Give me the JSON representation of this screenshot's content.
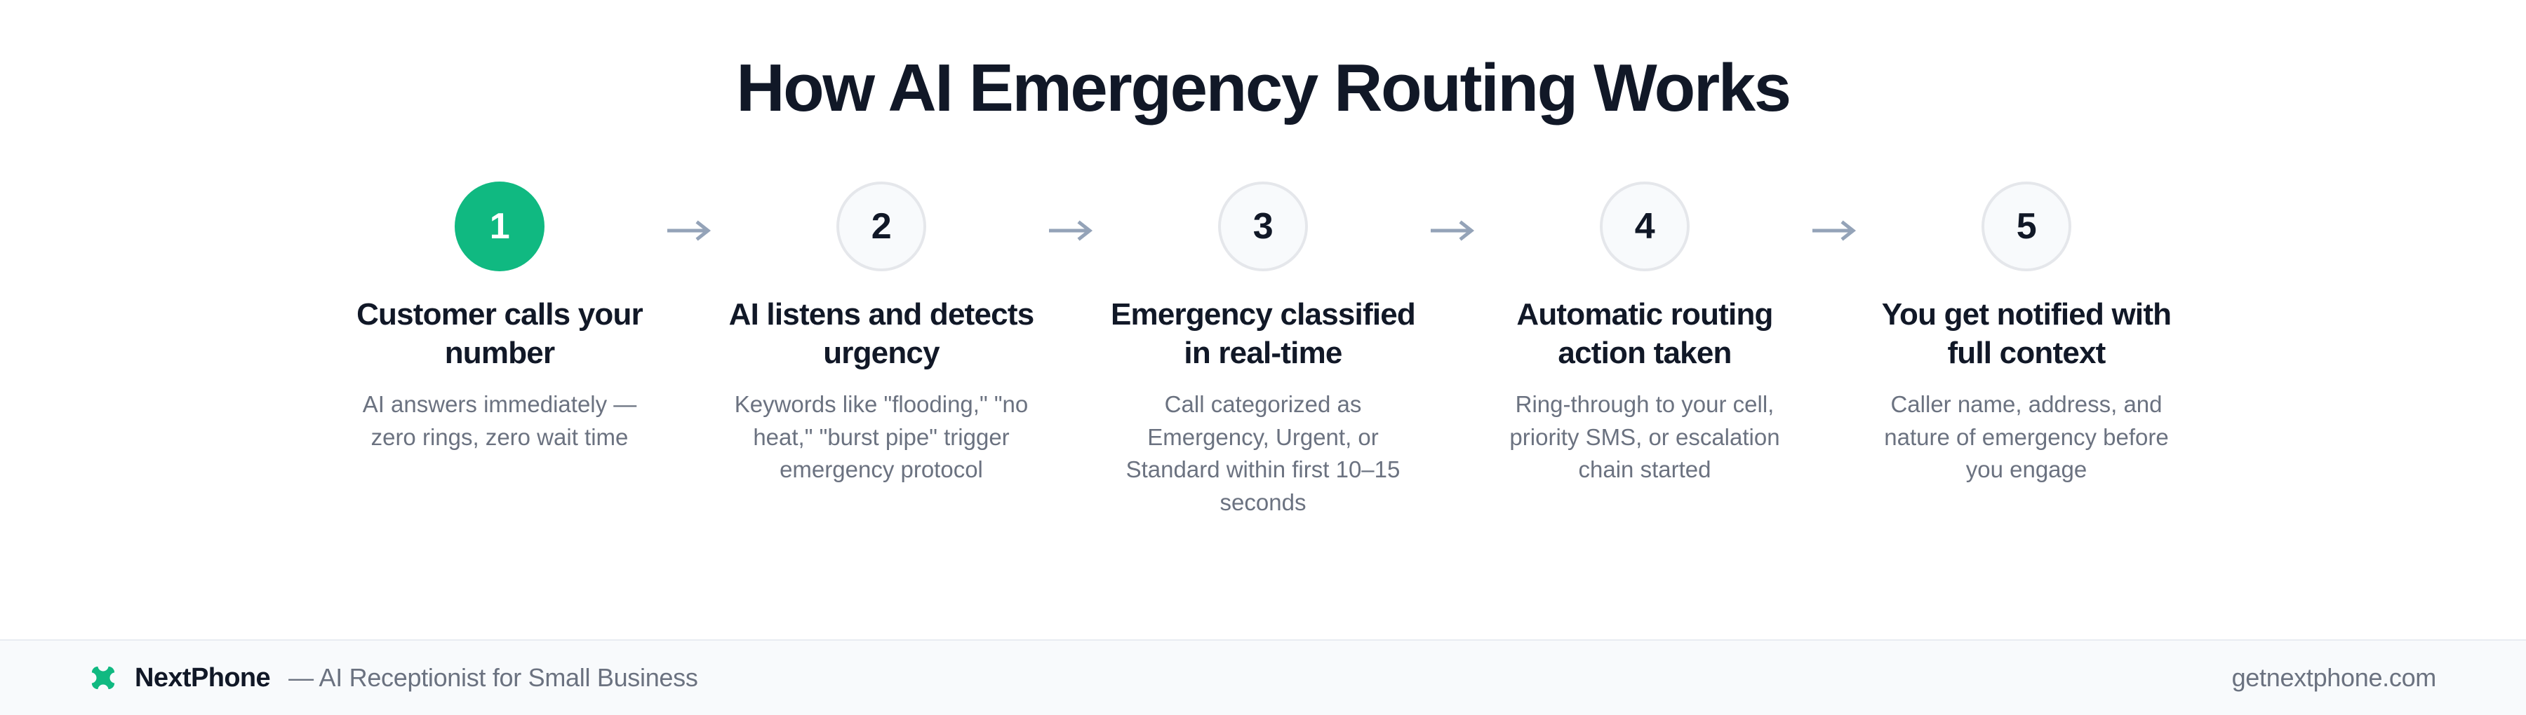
{
  "header": {
    "title": "How AI Emergency Routing Works"
  },
  "colors": {
    "accent_green": "#10b981",
    "heading_dark": "#111827",
    "body_gray": "#6b7280",
    "circle_border": "#e5e7eb",
    "circle_fill": "#f8fafc",
    "arrow_gray": "#94a3b8",
    "footer_bg": "#f8fafc",
    "page_bg": "#ffffff"
  },
  "steps": [
    {
      "number": "1",
      "state": "active",
      "title": "Customer calls your number",
      "desc": "AI answers immediately — zero rings, zero wait time"
    },
    {
      "number": "2",
      "state": "inactive",
      "title": "AI listens and detects urgency",
      "desc": "Keywords like \"flooding,\" \"no heat,\" \"burst pipe\" trigger emergency protocol"
    },
    {
      "number": "3",
      "state": "inactive",
      "title": "Emergency classified in real-time",
      "desc": "Call categorized as Emergency, Urgent, or Standard within first 10–15 seconds"
    },
    {
      "number": "4",
      "state": "inactive",
      "title": "Automatic routing action taken",
      "desc": "Ring-through to your cell, priority SMS, or escalation chain started"
    },
    {
      "number": "5",
      "state": "inactive",
      "title": "You get notified with full context",
      "desc": "Caller name, address, and nature of emergency before you engage"
    }
  ],
  "connectors": [
    {
      "icon": "arrow-right-icon"
    },
    {
      "icon": "arrow-right-icon"
    },
    {
      "icon": "arrow-right-icon"
    },
    {
      "icon": "arrow-right-icon"
    }
  ],
  "footer": {
    "logo_icon": "clover-logo-icon",
    "brand_name": "NextPhone",
    "tagline": "— AI Receptionist for Small Business",
    "url": "getnextphone.com"
  }
}
